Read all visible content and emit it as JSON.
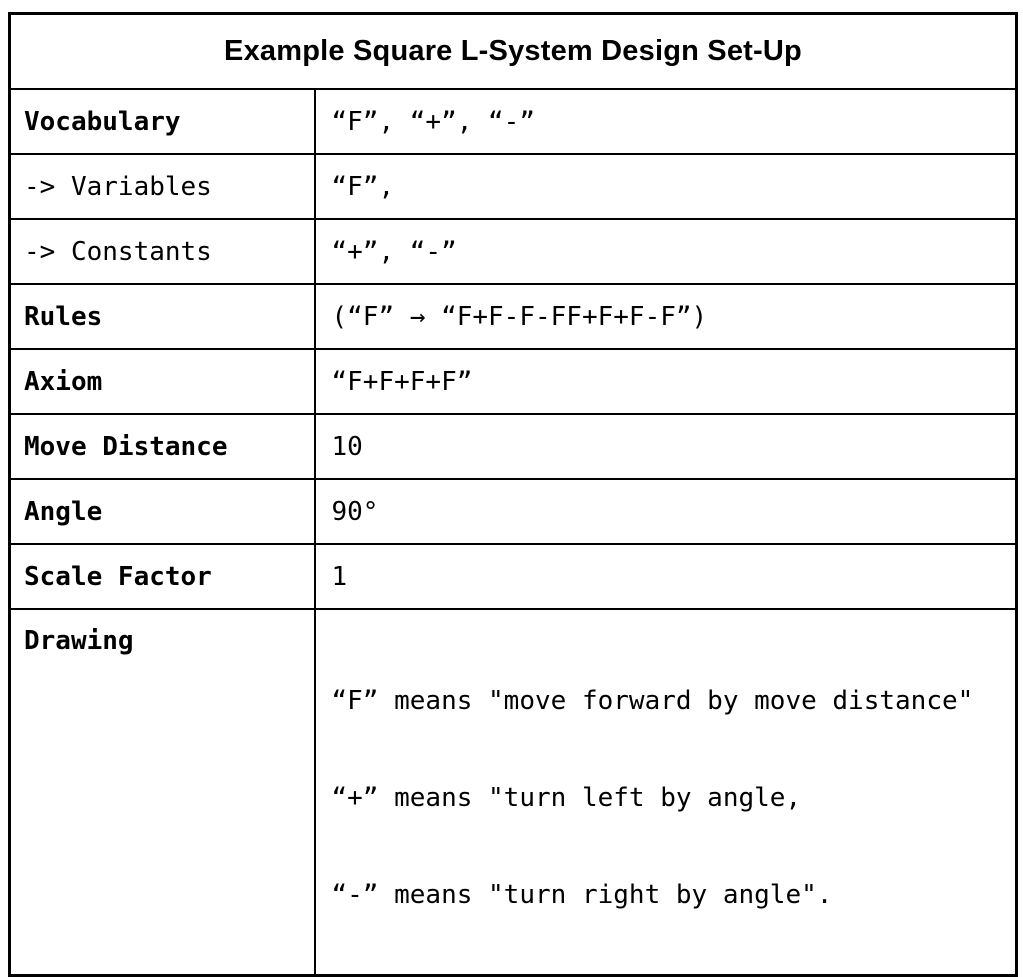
{
  "title": "Example Square L-System Design Set-Up",
  "colors": {
    "border": "#000000",
    "background": "#ffffff",
    "text": "#000000"
  },
  "table": {
    "rows": [
      {
        "label": "Vocabulary",
        "value": "“F”, “+”, “-”"
      },
      {
        "label": "-> Variables",
        "value": "“F”,"
      },
      {
        "label": "-> Constants",
        "value": "“+”, “-”"
      },
      {
        "label": "Rules",
        "value": "(“F” → “F+F-F-FF+F+F-F”)"
      },
      {
        "label": "Axiom",
        "value": "“F+F+F+F”"
      },
      {
        "label": "Move Distance",
        "value": "10"
      },
      {
        "label": "Angle",
        "value": "90°"
      },
      {
        "label": "Scale Factor",
        "value": "1"
      },
      {
        "label": "Drawing",
        "value_lines": [
          "“F” means \"move forward by move distance\"",
          "“+” means \"turn left by angle,",
          "“-” means \"turn right by angle\"."
        ]
      }
    ]
  }
}
